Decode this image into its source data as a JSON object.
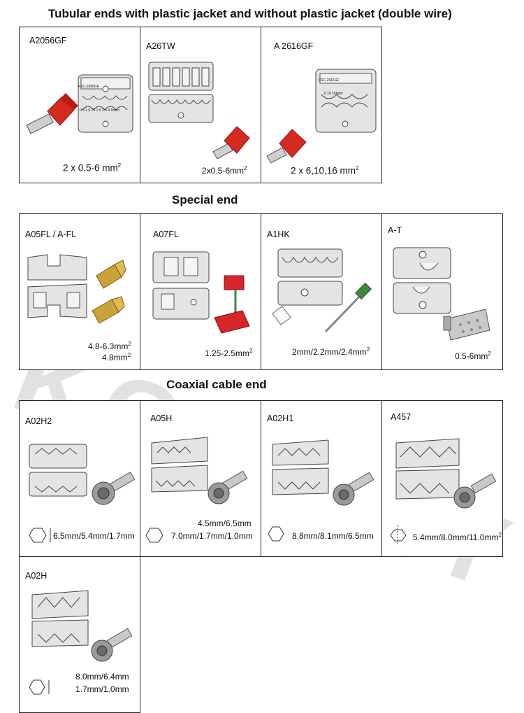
{
  "sections": {
    "tubular": "Tubular ends with plastic jacket and without plastic jacket (double wire)",
    "special": "Special end",
    "coaxial": "Coaxial cable end"
  },
  "watermark": "KOTUMY",
  "tubular_cells": [
    {
      "code": "A2056GF",
      "size": "2 x 0.5-6 mm",
      "unit_sup": "2",
      "die_label": "FSC-2056GF",
      "die_ticks": "0.5 1  0.75 1.5  2.5  4  6mm²"
    },
    {
      "code": "A26TW",
      "size": "2x0.5-6mm",
      "unit_sup": "2"
    },
    {
      "code": "A 2616GF",
      "size": "2 x 6,10,16 mm",
      "unit_sup": "2",
      "die_label": "FSC-2616GF",
      "die_ticks": "6   10   16mm²"
    }
  ],
  "special_cells": [
    {
      "code": "A05FL / A-FL",
      "size1": "4.8-6.3mm",
      "size2": "4.8mm",
      "unit_sup": "2"
    },
    {
      "code": "A07FL",
      "size": "1.25-2.5mm",
      "unit_sup": "2"
    },
    {
      "code": "A1HK",
      "size": "2mm/2.2mm/2.4mm",
      "unit_sup": "2"
    },
    {
      "code": "A-T",
      "size": "0.5-6mm",
      "unit_sup": "2"
    }
  ],
  "coaxial_cells": [
    {
      "code": "A02H2",
      "size": "6.5mm/5.4mm/1.7mm"
    },
    {
      "code": "A05H",
      "size1": "4.5mm/6.5mm",
      "size2": "7.0mm/1.7mm/1.0mm"
    },
    {
      "code": "A02H1",
      "size": "8.8mm/8.1mm/6.5mm"
    },
    {
      "code": "A457",
      "size": "5.4mm/8.0mm/11.0mm",
      "unit_sup": "2"
    },
    {
      "code": "A02H",
      "size1": "8.0mm/6.4mm",
      "size2": "1.7mm/1.0mm"
    }
  ],
  "colors": {
    "ferrule_red": "#d42a1f",
    "terminal_gold": "#c9a23a",
    "terminal_red": "#d8252a",
    "wire_green": "#3c8a3c",
    "die_gray": "#e4e4e4",
    "line": "#222222"
  },
  "icons": [
    "hexagon-icon",
    "red-ferrule-icon",
    "crimp-die-icon",
    "bnc-connector-icon",
    "spade-terminal-icon"
  ]
}
